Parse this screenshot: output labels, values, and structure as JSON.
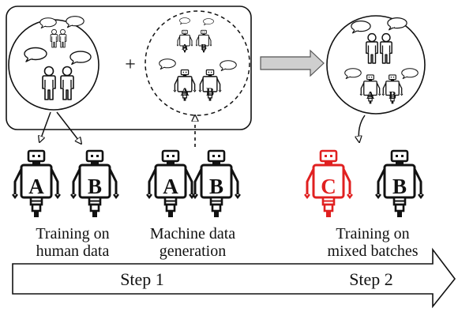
{
  "plus_sign": "+",
  "robots": {
    "a": "A",
    "b": "B",
    "c": "C"
  },
  "captions": {
    "human_training": [
      "Training on",
      "human data"
    ],
    "machine_generation": [
      "Machine data",
      "generation"
    ],
    "mixed_training": [
      "Training on",
      "mixed batches"
    ]
  },
  "steps": {
    "step1": "Step 1",
    "step2": "Step 2"
  },
  "colors": {
    "ink": "#111111",
    "highlight": "#e02020",
    "arrow_fill": "#cfcfcf",
    "background": "#ffffff"
  }
}
